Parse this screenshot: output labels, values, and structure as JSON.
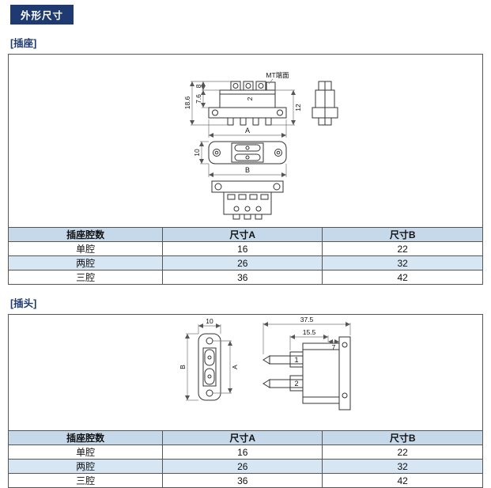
{
  "page": {
    "title": "外形尺寸"
  },
  "colors": {
    "accent": "#1e3a70",
    "table_header_bg": "#c6d9ea",
    "row_alt_bg": "#d7e6f3"
  },
  "sections": [
    {
      "label": "[插座]",
      "drawing": {
        "mt_face_label": "MT端面",
        "dim_total_height": "18.6",
        "dim_body_height": "7.6",
        "dim_top_height": "8",
        "dim_side_height": "12",
        "dim_a_label": "A",
        "dim_flange_height": "10",
        "dim_b_label": "B",
        "cavity_marker": "2"
      },
      "table": {
        "headers": [
          "插座腔数",
          "尺寸A",
          "尺寸B"
        ],
        "rows": [
          [
            "单腔",
            "16",
            "22"
          ],
          [
            "两腔",
            "26",
            "32"
          ],
          [
            "三腔",
            "36",
            "42"
          ]
        ]
      }
    },
    {
      "label": "[插头]",
      "drawing": {
        "dim_flange_width": "10",
        "dim_total_length": "37.5",
        "dim_pin_length": "15.5",
        "dim_step": "7",
        "dim_a_label": "A",
        "dim_b_label": "B",
        "pin1_marker": "1",
        "pin2_marker": "2"
      },
      "table": {
        "headers": [
          "插座腔数",
          "尺寸A",
          "尺寸B"
        ],
        "rows": [
          [
            "单腔",
            "16",
            "22"
          ],
          [
            "两腔",
            "26",
            "32"
          ],
          [
            "三腔",
            "36",
            "42"
          ]
        ]
      }
    }
  ]
}
